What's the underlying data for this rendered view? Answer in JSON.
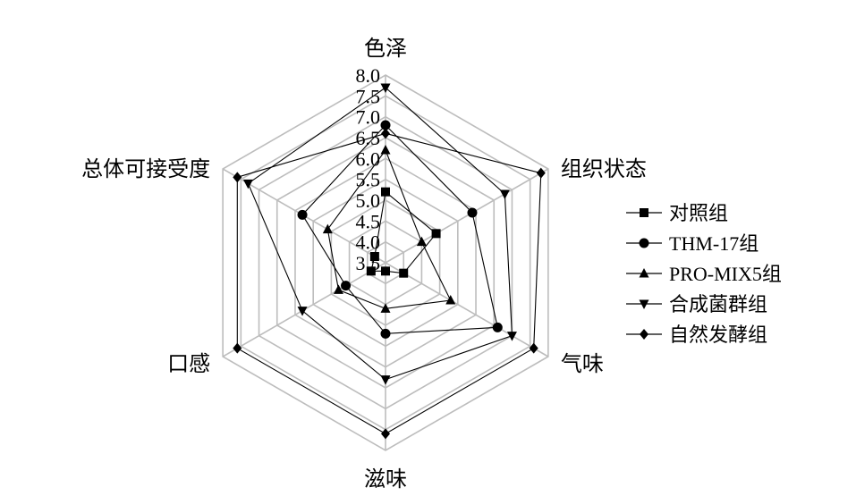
{
  "chart_data": {
    "type": "radar",
    "axes": [
      "色泽",
      "组织状态",
      "气味",
      "滋味",
      "口感",
      "总体可接受度"
    ],
    "ticks": [
      "3.5",
      "4.0",
      "4.5",
      "5.0",
      "5.5",
      "6.0",
      "6.5",
      "7.0",
      "7.5",
      "8.0"
    ],
    "range": [
      3.5,
      8.0
    ],
    "grid": true,
    "legend_position": "right",
    "series": [
      {
        "name": "对照组",
        "marker": "square",
        "values": [
          5.2,
          4.9,
          4.0,
          3.7,
          3.9,
          3.8
        ]
      },
      {
        "name": "THM-17组",
        "marker": "circle",
        "values": [
          6.8,
          5.9,
          6.6,
          5.2,
          4.6,
          5.8
        ]
      },
      {
        "name": "PRO-MIX5组",
        "marker": "triangle-up",
        "values": [
          6.2,
          4.5,
          5.3,
          4.6,
          4.8,
          5.1
        ]
      },
      {
        "name": "合成菌群组",
        "marker": "triangle-down",
        "values": [
          7.7,
          6.8,
          7.0,
          6.3,
          5.8,
          7.3
        ]
      },
      {
        "name": "自然发酵组",
        "marker": "diamond",
        "values": [
          6.6,
          7.8,
          7.6,
          7.6,
          7.6,
          7.6
        ]
      }
    ]
  }
}
